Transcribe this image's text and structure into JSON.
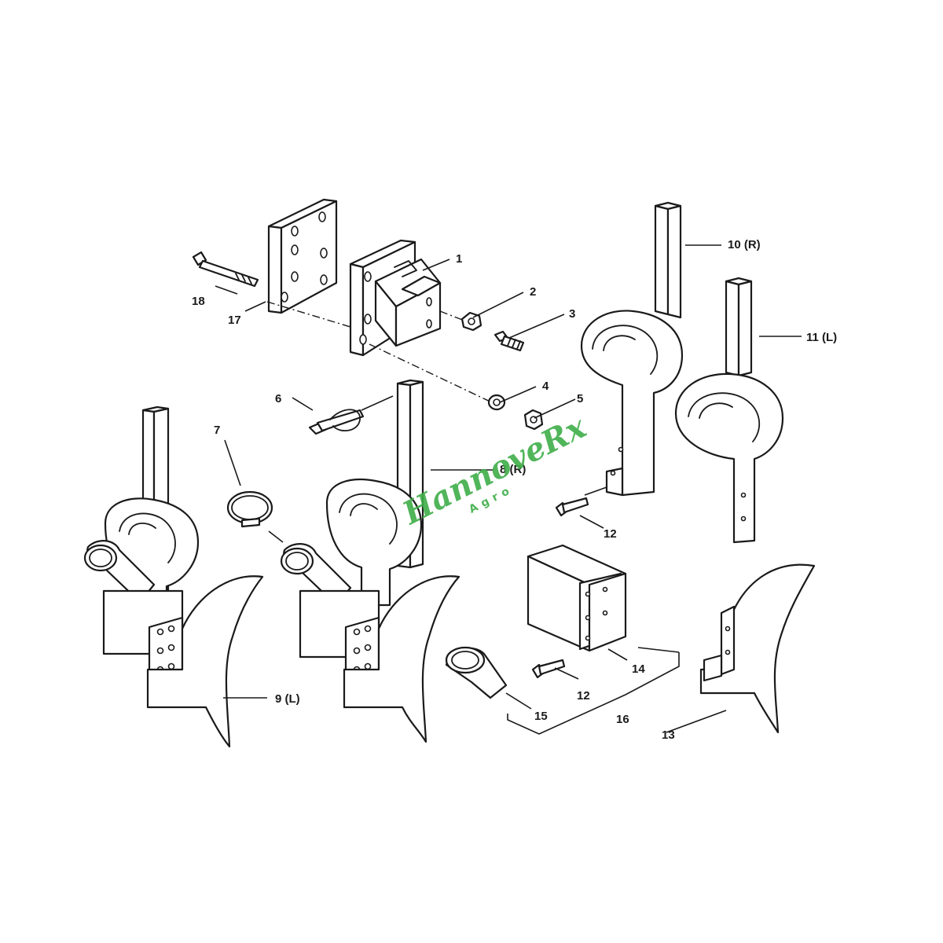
{
  "labels": {
    "l1": "1",
    "l2": "2",
    "l3": "3",
    "l4": "4",
    "l5": "5",
    "l6": "6",
    "l7": "7",
    "l8": "8 (R)",
    "l9": "9 (L)",
    "l10": "10 (R)",
    "l11": "11 (L)",
    "l12a": "12",
    "l12b": "12",
    "l13": "13",
    "l14": "14",
    "l15": "15",
    "l16": "16",
    "l17": "17",
    "l18": "18"
  },
  "watermark": {
    "main": "HannoveRx",
    "sub": "Agro"
  },
  "colors": {
    "line": "#1a1a1a",
    "watermark": "#3fae49"
  }
}
